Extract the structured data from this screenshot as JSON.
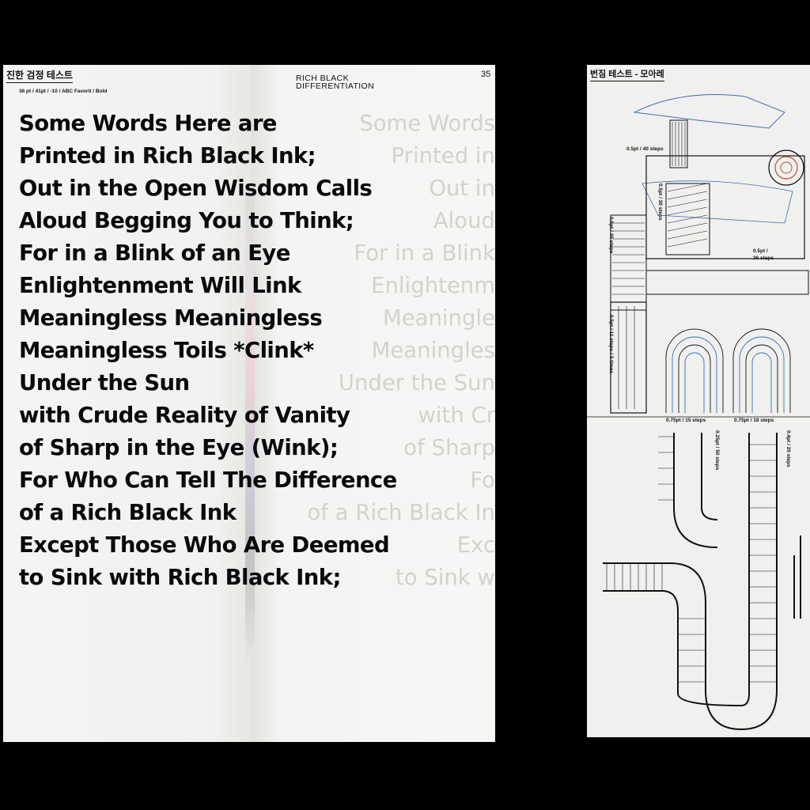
{
  "left_spread": {
    "header_ko": "진한 검정 테스트",
    "spec": "36 pt / 41pt / -10 / ABC Favorit / Bold",
    "title_line1": "RICH BLACK",
    "title_line2": "DIFFERENTIATION",
    "page_number": "35",
    "poem_lines": [
      "Some Words Here are",
      "Printed in Rich Black Ink;",
      "Out in the Open Wisdom Calls",
      "Aloud Begging You to Think;",
      "For in a Blink of an Eye",
      "Enlightenment Will Link",
      "Meaningless Meaningless",
      "Meaningless Toils *Clink*",
      "Under the Sun",
      "with Crude Reality of Vanity",
      "of Sharp in the Eye (Wink);",
      "For Who Can Tell The Difference",
      "of a Rich Black Ink",
      "Except Those Who Are Deemed",
      "to Sink with Rich Black Ink;"
    ],
    "ghost_lines": [
      "Some Words",
      "Printed in",
      "Out in",
      "Aloud",
      "For in a Blink",
      "Enlightenm",
      "Meaningle",
      "Meaningles",
      "Under the Sun",
      "with Cr",
      "of Sharp",
      "Fo",
      "of a Rich Black In",
      "Exc",
      "to Sink w"
    ]
  },
  "right_sheet": {
    "header_ko": "번짐 테스트 - 모아레",
    "labels": {
      "l1": "0.5pt / 40 steps",
      "l2": "0.5pt / 30 steps",
      "l3": "0.6pt / 35 steps",
      "l4": "0.5pt /",
      "l4b": "36 steps",
      "l5": "0.5pt / 11 steps / 3 times",
      "l6": "0.75pt / 15 steps",
      "l7": "0.75pt / 18 steps",
      "l8": "0.25pt / 50 steps",
      "l9": "0.4pt / 20 steps"
    }
  },
  "colors": {
    "background": "#000000",
    "paper": "#f3f3f1",
    "ink": "#0a0a0a",
    "ghost_ink": "#d2d2cf",
    "blue_line": "#3b6fb8"
  }
}
